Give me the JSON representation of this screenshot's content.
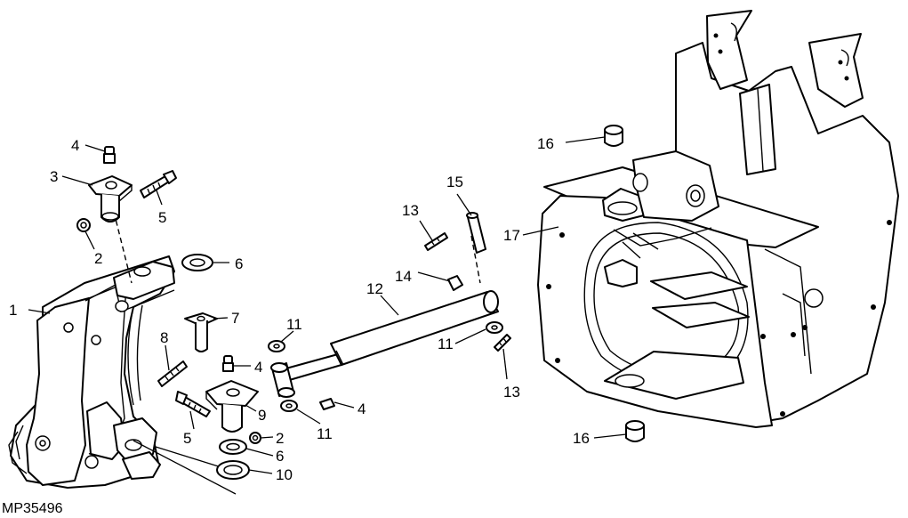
{
  "figure_code": "MP35496",
  "callouts": {
    "c1": "1",
    "c2a": "2",
    "c2b": "2",
    "c3": "3",
    "c4a": "4",
    "c4b": "4",
    "c4c": "4",
    "c5a": "5",
    "c5b": "5",
    "c6a": "6",
    "c6b": "6",
    "c7": "7",
    "c8": "8",
    "c9": "9",
    "c10": "10",
    "c11a": "11",
    "c11b": "11",
    "c11c": "11",
    "c12": "12",
    "c13a": "13",
    "c13b": "13",
    "c14": "14",
    "c15": "15",
    "c16a": "16",
    "c16b": "16",
    "c17": "17"
  }
}
